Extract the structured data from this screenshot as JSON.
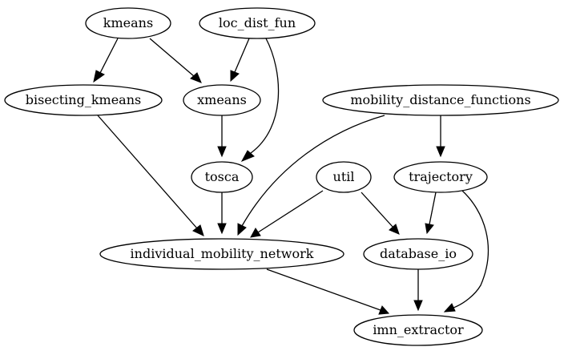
{
  "diagram": {
    "nodes": [
      {
        "id": "kmeans",
        "label": "kmeans"
      },
      {
        "id": "loc_dist_fun",
        "label": "loc_dist_fun"
      },
      {
        "id": "bisecting_kmeans",
        "label": "bisecting_kmeans"
      },
      {
        "id": "xmeans",
        "label": "xmeans"
      },
      {
        "id": "mobility_distance_functions",
        "label": "mobility_distance_functions"
      },
      {
        "id": "tosca",
        "label": "tosca"
      },
      {
        "id": "util",
        "label": "util"
      },
      {
        "id": "trajectory",
        "label": "trajectory"
      },
      {
        "id": "individual_mobility_network",
        "label": "individual_mobility_network"
      },
      {
        "id": "database_io",
        "label": "database_io"
      },
      {
        "id": "imn_extractor",
        "label": "imn_extractor"
      }
    ],
    "edges": [
      {
        "from": "kmeans",
        "to": "bisecting_kmeans"
      },
      {
        "from": "kmeans",
        "to": "xmeans"
      },
      {
        "from": "loc_dist_fun",
        "to": "xmeans"
      },
      {
        "from": "loc_dist_fun",
        "to": "tosca"
      },
      {
        "from": "xmeans",
        "to": "tosca"
      },
      {
        "from": "bisecting_kmeans",
        "to": "individual_mobility_network"
      },
      {
        "from": "tosca",
        "to": "individual_mobility_network"
      },
      {
        "from": "mobility_distance_functions",
        "to": "individual_mobility_network"
      },
      {
        "from": "mobility_distance_functions",
        "to": "trajectory"
      },
      {
        "from": "util",
        "to": "individual_mobility_network"
      },
      {
        "from": "util",
        "to": "database_io"
      },
      {
        "from": "trajectory",
        "to": "database_io"
      },
      {
        "from": "trajectory",
        "to": "imn_extractor"
      },
      {
        "from": "individual_mobility_network",
        "to": "imn_extractor"
      },
      {
        "from": "database_io",
        "to": "imn_extractor"
      }
    ]
  }
}
